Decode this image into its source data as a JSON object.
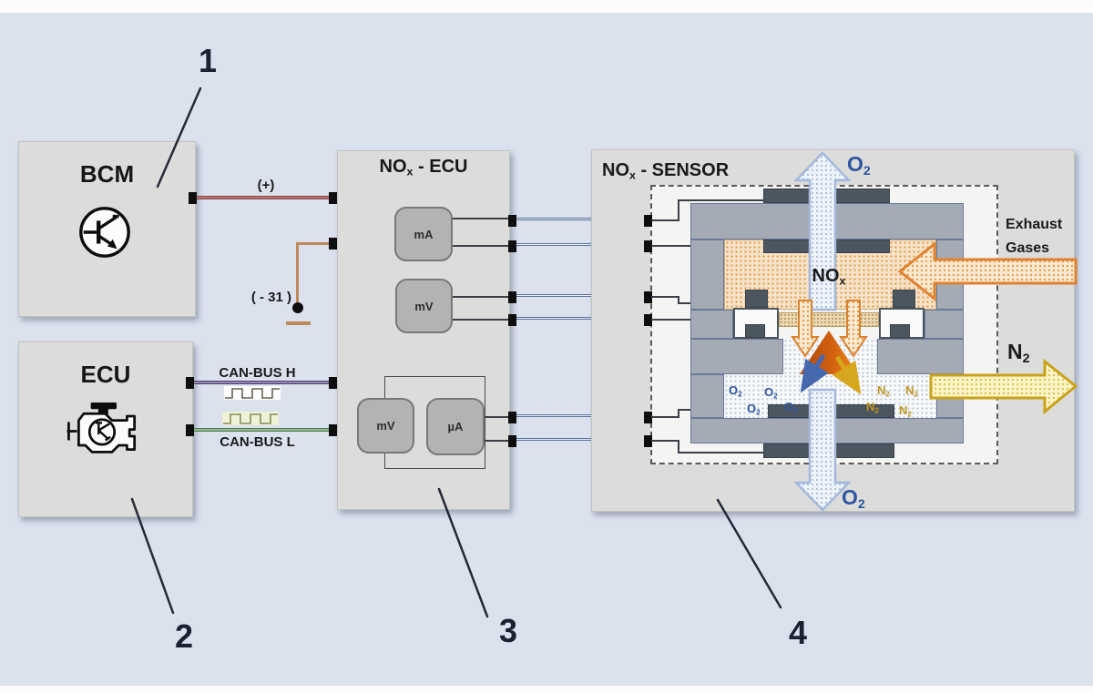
{
  "colors": {
    "background": "#dbe2ee",
    "box_fill": "#dcdcda",
    "plus_wire_red": "#b87272",
    "minus_wire_orange": "#c08a5a",
    "can_h_purple": "#9486b5",
    "can_l_green": "#92b892",
    "signal_wire_blue": "#5a71a0",
    "o2_blue": "#2d55a0",
    "n2_gold": "#bf9722",
    "exhaust_orange": "#e0812f",
    "n2_arrow_yellow": "#c9a21b"
  },
  "callouts": {
    "bcm": "1",
    "ecu": "2",
    "nox_ecu": "3",
    "nox_sensor": "4"
  },
  "bcm": {
    "title": "BCM"
  },
  "ecu": {
    "title": "ECU"
  },
  "nox_ecu": {
    "title_prefix": "NO",
    "title_sub": "x",
    "title_suffix": " - ECU",
    "block_ma": "mA",
    "block_mv": "mV",
    "block_mv2": "mV",
    "block_ua": "µA"
  },
  "power_wires": {
    "plus_label": "(+)",
    "minus_label": "( - 31 )"
  },
  "can_bus": {
    "high_label": "CAN-BUS H",
    "low_label": "CAN-BUS L"
  },
  "sensor": {
    "title_prefix": "NO",
    "title_sub": "x",
    "title_suffix": " - SENSOR",
    "chamber_prefix": "NO",
    "chamber_sub": "x",
    "exhaust_line1": "Exhaust",
    "exhaust_line2": "Gases",
    "o2_text": "O",
    "o2_sub": "2",
    "n2_text": "N",
    "n2_sub": "2"
  }
}
